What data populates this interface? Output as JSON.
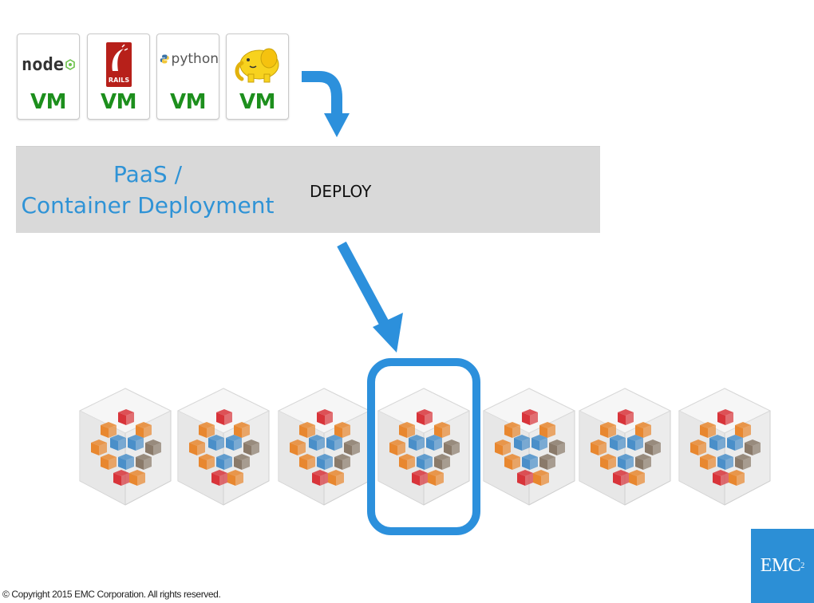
{
  "vm_cards": [
    {
      "logo": "nodejs-logo",
      "logo_text": "node",
      "label": "VM"
    },
    {
      "logo": "rails-logo",
      "logo_text": "RAILS",
      "label": "VM"
    },
    {
      "logo": "python-logo",
      "logo_text": "python",
      "label": "VM"
    },
    {
      "logo": "hadoop-elephant-logo",
      "label": "VM"
    }
  ],
  "deploy_band": {
    "title_line1": "PaaS /",
    "title_line2": "Container Deployment",
    "action": "DEPLOY"
  },
  "infrastructure": {
    "cube_count": 7,
    "highlighted_index": 3,
    "cube_icon": "vm-cluster-cube-icon"
  },
  "colors": {
    "accent_blue": "#2c90dc",
    "vm_green": "#1d8f1d",
    "band_gray": "#d9d9d9",
    "cube_orange": "#e8872f",
    "cube_blue": "#4a8fc9",
    "cube_red": "#d8343a"
  },
  "footer": {
    "copyright": "© Copyright 2015 EMC Corporation. All rights reserved.",
    "brand": "EMC",
    "brand_sup": "2"
  }
}
